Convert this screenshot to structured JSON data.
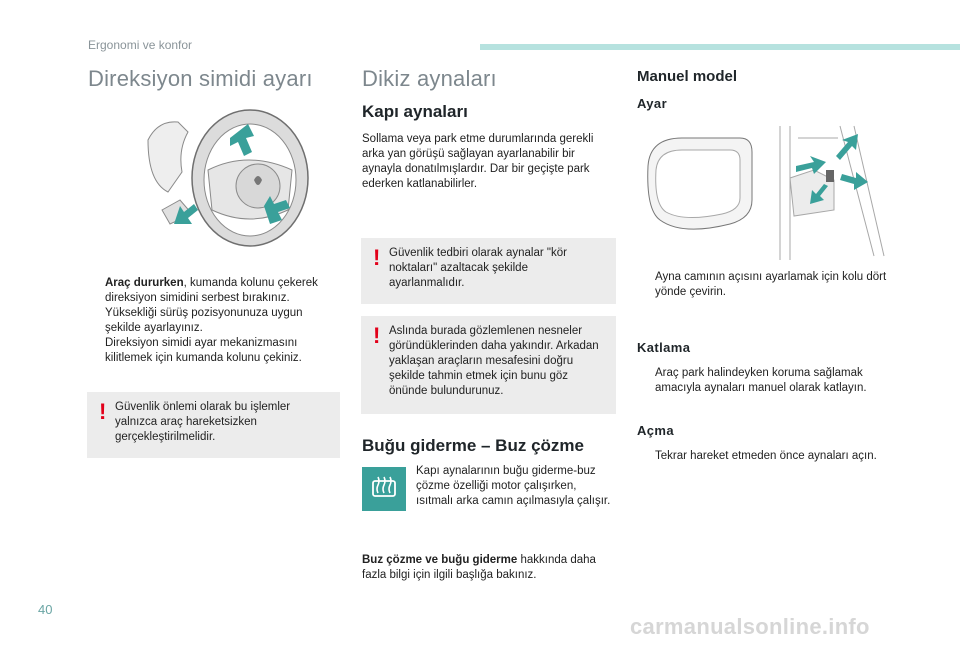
{
  "header": {
    "section": "Ergonomi ve konfor"
  },
  "left": {
    "title": "Direksiyon simidi ayarı",
    "bullets": [
      {
        "bold": "Araç dururken",
        "text": ", kumanda kolunu çekerek direksiyon simidini serbest bırakınız."
      },
      {
        "bold": "",
        "text": "Yüksekliği sürüş pozisyonunuza uygun şekilde ayarlayınız."
      },
      {
        "bold": "",
        "text": "Direksiyon simidi ayar mekanizmasını kilitlemek için kumanda kolunu çekiniz."
      }
    ],
    "warning": "Güvenlik önlemi olarak bu işlemler yalnızca araç hareketsizken gerçekleştirilmelidir."
  },
  "middle": {
    "title": "Dikiz aynaları",
    "subtitle": "Kapı aynaları",
    "intro": "Sollama veya park etme durumlarında gerekli arka yan görüşü sağlayan ayarlanabilir bir aynayla donatılmışlardır. Dar bir geçişte park ederken katlanabilirler.",
    "warning1": "Güvenlik tedbiri olarak aynalar \"kör noktaları\" azaltacak şekilde ayarlanmalıdır.",
    "warning2": "Aslında burada gözlemlenen nesneler göründüklerinden daha yakındır. Arkadan yaklaşan araçların mesafesini doğru şekilde tahmin etmek için bunu göz önünde bulundurunuz.",
    "defrost_title": "Buğu giderme – Buz çözme",
    "defrost_text": "Kapı aynalarının buğu giderme-buz çözme özelliği motor çalışırken, ısıtmalı arka camın açılmasıyla çalışır.",
    "more_bold": "Buz çözme ve buğu giderme",
    "more_text": " hakkında daha fazla bilgi için ilgili başlığa bakınız."
  },
  "right": {
    "title": "Manuel model",
    "adjust_title": "Ayar",
    "adjust_bullet": "Ayna camının açısını ayarlamak için kolu dört yönde çevirin.",
    "fold_title": "Katlama",
    "fold_bullet": "Araç park halindeyken koruma sağlamak amacıyla aynaları manuel olarak katlayın.",
    "open_title": "Açma",
    "open_bullet": "Tekrar hareket etmeden önce aynaları açın."
  },
  "bullet_glyph": "",
  "warning_glyph": "!",
  "footer": {
    "page": "40",
    "watermark": "carmanualsonline.info"
  },
  "colors": {
    "accent": "#3aa09a",
    "header_bar": "#b6e2df",
    "warning": "#e2001a",
    "note_bg": "#ececec"
  }
}
